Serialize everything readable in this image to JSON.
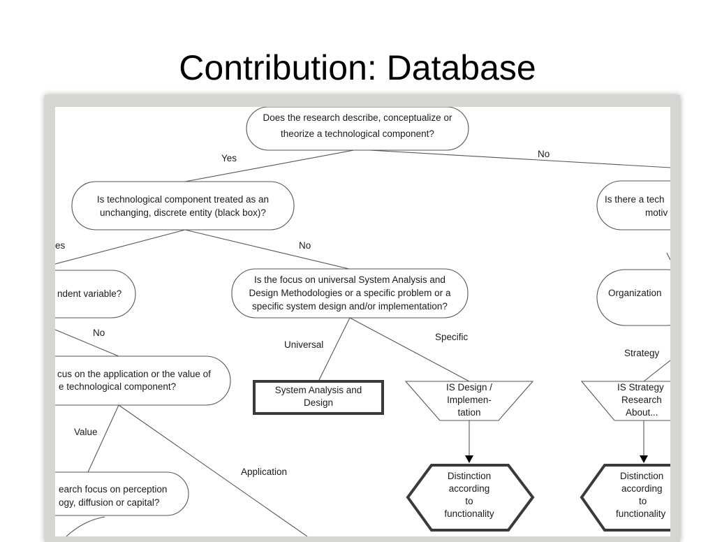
{
  "slide": {
    "title": "Contribution: Database"
  },
  "diagram": {
    "nodes": {
      "q1": [
        "Does the research describe, conceptualize or",
        "theorize a technological component?"
      ],
      "q2": [
        "Is technological component treated as an",
        "unchanging, discrete entity (black box)?"
      ],
      "q3": [
        "Is there a tech",
        "motiv"
      ],
      "q4": [
        "ndent variable?"
      ],
      "q5": [
        "Is the focus on universal System Analysis and",
        "Design Methodologies or a specific problem or a",
        "specific system design and/or implementation?"
      ],
      "q6": [
        "Organization"
      ],
      "q7": [
        "cus on the application or the value of",
        "e technological component?"
      ],
      "sad": [
        "System Analysis and",
        "Design"
      ],
      "isd": [
        "IS Design /",
        "Implemen-",
        "tation"
      ],
      "iss": [
        "IS Strategy",
        "Research",
        "About..."
      ],
      "q8": [
        "earch focus on perception",
        "ogy, diffusion or capital?"
      ],
      "dist1": [
        "Distinction",
        "according",
        "to",
        "functionality"
      ],
      "dist2": [
        "Distinction",
        "according",
        "to",
        "functionality"
      ]
    },
    "labels": {
      "yes1": "Yes",
      "no1": "No",
      "yes2": "es",
      "no2": "No",
      "no3": "No",
      "universal": "Universal",
      "specific": "Specific",
      "strategy": "Strategy",
      "value": "Value",
      "application": "Application"
    }
  }
}
